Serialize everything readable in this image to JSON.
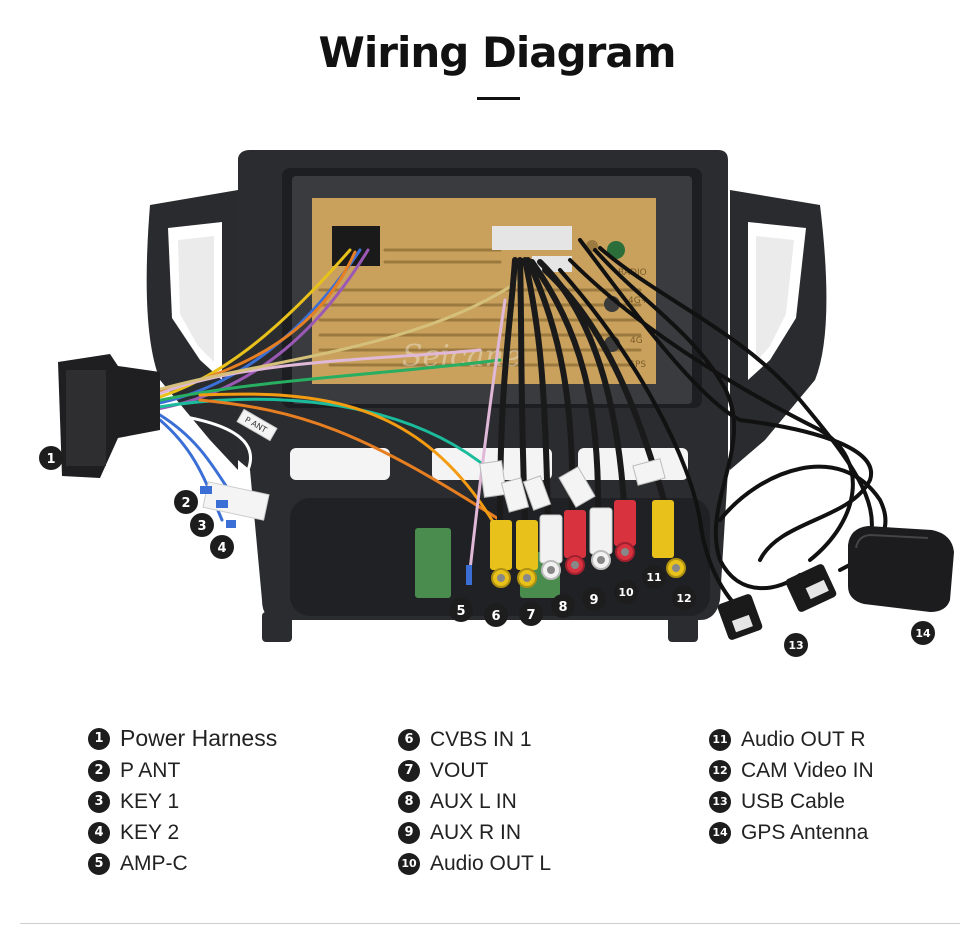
{
  "title": "Wiring Diagram",
  "watermark": "Seicane",
  "unit_labels": {
    "radio": "RADIO",
    "lte": "4G+",
    "lte2": "4G",
    "gps": "GPS",
    "pant_tag": "P ANT"
  },
  "callouts": [
    "1",
    "2",
    "3",
    "4",
    "5",
    "6",
    "7",
    "8",
    "9",
    "10",
    "11",
    "12",
    "13",
    "14"
  ],
  "legend": {
    "col1": [
      {
        "num": "1",
        "label": "Power Harness"
      },
      {
        "num": "2",
        "label": "P ANT"
      },
      {
        "num": "3",
        "label": "KEY 1"
      },
      {
        "num": "4",
        "label": "KEY 2"
      },
      {
        "num": "5",
        "label": "AMP-C"
      }
    ],
    "col2": [
      {
        "num": "6",
        "label": "CVBS IN 1"
      },
      {
        "num": "7",
        "label": "VOUT"
      },
      {
        "num": "8",
        "label": "AUX L IN"
      },
      {
        "num": "9",
        "label": "AUX R IN"
      },
      {
        "num": "10",
        "label": "Audio OUT L"
      }
    ],
    "col3": [
      {
        "num": "11",
        "label": "Audio OUT R"
      },
      {
        "num": "12",
        "label": "CAM Video IN"
      },
      {
        "num": "13",
        "label": "USB Cable"
      },
      {
        "num": "14",
        "label": "GPS Antenna"
      }
    ]
  },
  "colors": {
    "frame": "#2a2b2f",
    "unit": "#c9a15c",
    "rca_yellow": "#e8c21a",
    "rca_red": "#d8323f",
    "rca_white": "#f2f2f2"
  }
}
